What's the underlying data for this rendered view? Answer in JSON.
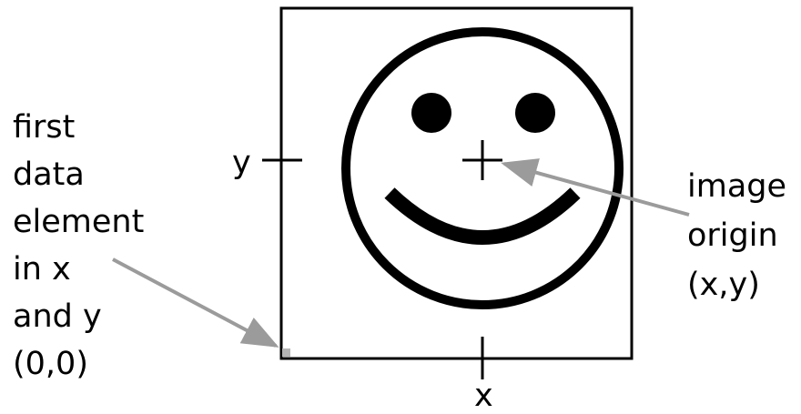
{
  "labels": {
    "first_element_lines": [
      "first",
      "data",
      "element",
      "in x",
      "and y",
      "(0,0)"
    ],
    "origin_lines": [
      "image",
      "origin",
      "(x,y)"
    ],
    "y_axis": "y",
    "x_axis": "x"
  },
  "colors": {
    "line": "#000000",
    "arrow": "#9b9b9b",
    "first_pixel": "#b4b4b4",
    "background": "#ffffff"
  },
  "icons": {
    "face": "smiley-face-icon",
    "origin_marker": "crosshair-icon"
  }
}
